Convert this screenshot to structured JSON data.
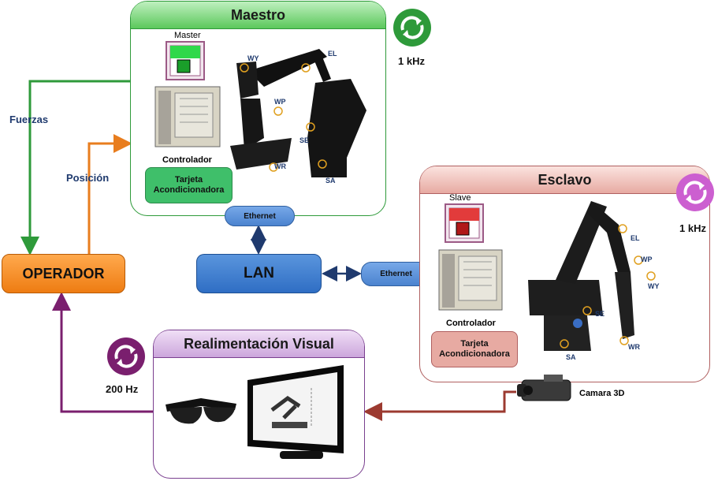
{
  "maestro": {
    "title": "Maestro",
    "master_label": "Master",
    "controller_label": "Controlador",
    "card_label": "Tarjeta Acondicionadora",
    "rate": "1 kHz",
    "joints": [
      "WY",
      "EL",
      "WP",
      "SE",
      "WR",
      "SA"
    ]
  },
  "esclavo": {
    "title": "Esclavo",
    "slave_label": "Slave",
    "controller_label": "Controlador",
    "card_label": "Tarjeta Acondicionadora",
    "rate": "1 kHz",
    "joints": [
      "EL",
      "WP",
      "WY",
      "SE",
      "SA",
      "WR"
    ]
  },
  "visual": {
    "title": "Realimentación Visual",
    "rate": "200 Hz",
    "camera_label": "Camara 3D"
  },
  "operador": "OPERADOR",
  "lan": "LAN",
  "ethernet_top": "Ethernet",
  "ethernet_right": "Ethernet",
  "fuerzas": "Fuerzas",
  "posicion": "Posición",
  "colors": {
    "green": "#2e9a3a",
    "orange": "#e87d1e",
    "blue": "#2f6ec4",
    "purple": "#7a1f6e",
    "brown": "#9c3a30",
    "navy": "#1f3a6e"
  }
}
